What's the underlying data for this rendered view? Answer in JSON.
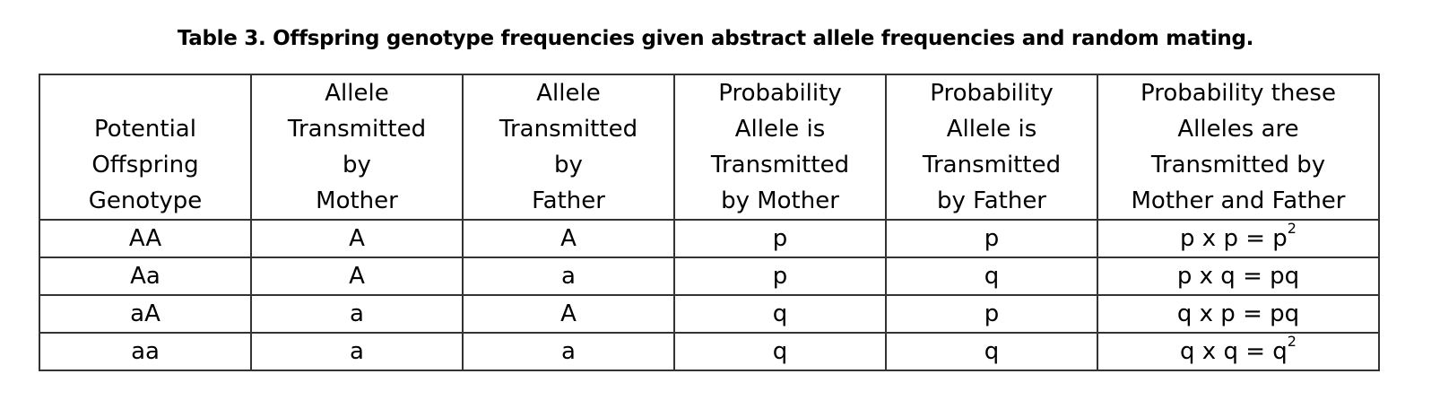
{
  "caption": "Table 3. Offspring genotype frequencies given abstract allele frequencies and random mating.",
  "table": {
    "headers": [
      [
        "Potential",
        "Offspring",
        "Genotype"
      ],
      [
        "Allele",
        "Transmitted",
        "by",
        "Mother"
      ],
      [
        "Allele",
        "Transmitted",
        "by",
        "Father"
      ],
      [
        "Probability",
        "Allele is",
        "Transmitted",
        "by Mother"
      ],
      [
        "Probability",
        "Allele is",
        "Transmitted",
        "by Father"
      ],
      [
        "Probability these",
        "Alleles are",
        "Transmitted by",
        "Mother and Father"
      ]
    ],
    "rows": [
      {
        "genotype": "AA",
        "mother": "A",
        "father": "A",
        "p_mother": "p",
        "p_father": "p",
        "product": "p x p = p",
        "exponent": "2"
      },
      {
        "genotype": "Aa",
        "mother": "A",
        "father": "a",
        "p_mother": "p",
        "p_father": "q",
        "product": "p x q = pq",
        "exponent": ""
      },
      {
        "genotype": "aA",
        "mother": "a",
        "father": "A",
        "p_mother": "q",
        "p_father": "p",
        "product": "q x p = pq",
        "exponent": ""
      },
      {
        "genotype": "aa",
        "mother": "a",
        "father": "a",
        "p_mother": "q",
        "p_father": "q",
        "product": "q x q = q",
        "exponent": "2"
      }
    ]
  }
}
